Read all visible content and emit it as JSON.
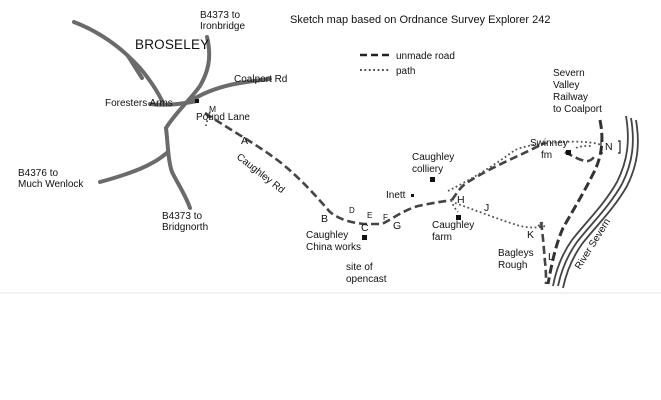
{
  "title": "Sketch map based on Ordnance Survey Explorer 242",
  "legend": {
    "unmade_road": "unmade road",
    "path": "path"
  },
  "labels": {
    "b4373_ironbridge": [
      "B4373 to",
      "Ironbridge"
    ],
    "broseley": "BROSELEY",
    "coalport_rd": "Coalport Rd",
    "foresters_arms": "Foresters Arms",
    "pound_lane": "Pound Lane",
    "b4376": [
      "B4376 to",
      "Much Wenlock"
    ],
    "b4373_bridgnorth": [
      "B4373 to",
      "Bridgnorth"
    ],
    "caughley_rd": "Caughley Rd",
    "china_works": [
      "Caughley",
      "China works"
    ],
    "opencast": [
      "site of",
      "opencast"
    ],
    "inett": "Inett",
    "colliery": [
      "Caughley",
      "colliery"
    ],
    "farm": [
      "Caughley",
      "farm"
    ],
    "railway": [
      "Severn",
      "Valley",
      "Railway",
      "to Coalport"
    ],
    "swinney": [
      "Swinney",
      "fm"
    ],
    "bagleys": [
      "Bagleys",
      "Rough"
    ],
    "river": "River Severn"
  },
  "letters": {
    "M": "M",
    "A": "A",
    "B": "B",
    "C": "C",
    "D": "D",
    "E": "E",
    "F": "F",
    "G": "G",
    "H": "H",
    "J": "J",
    "K": "K",
    "L": "L",
    "N": "N"
  }
}
